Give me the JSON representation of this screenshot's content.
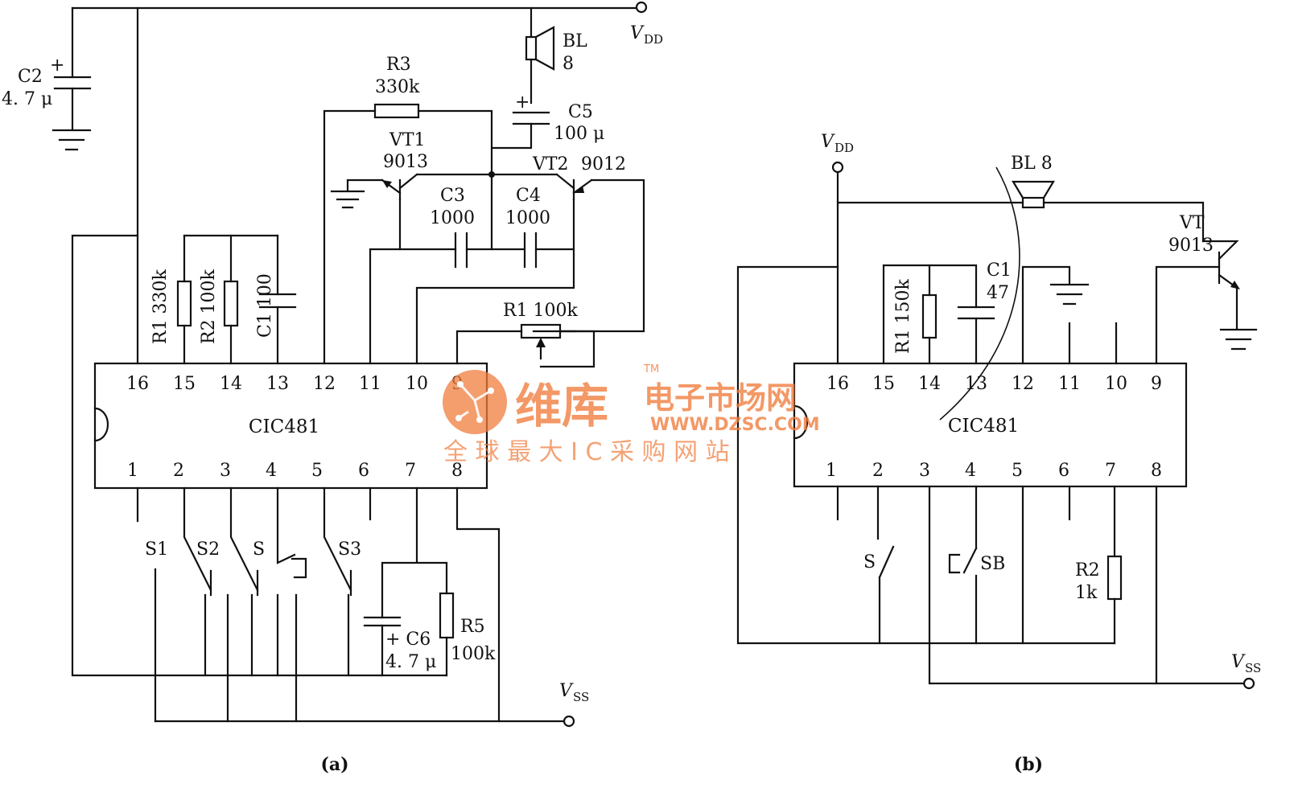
{
  "circuit_a": {
    "chip": "CIC481",
    "pins_top": [
      "16",
      "15",
      "14",
      "13",
      "12",
      "11",
      "10",
      "9"
    ],
    "pins_bottom": [
      "1",
      "2",
      "3",
      "4",
      "5",
      "6",
      "7",
      "8"
    ],
    "vdd_v": "V",
    "vdd_sub": "DD",
    "vss_v": "V",
    "vss_sub": "SS",
    "c2_name": "C2",
    "c2_value": "4. 7 μ",
    "c2_plus": "+",
    "bl_name": "BL",
    "bl_value": "8",
    "r3_name": "R3",
    "r3_value": "330k",
    "c5_plus": "+",
    "c5_name": "C5",
    "c5_value": "100 μ",
    "vt1_name": "VT1",
    "vt1_value": "9013",
    "vt2_name": "VT2",
    "vt2_value": "9012",
    "c3_name": "C3",
    "c3_value": "1000",
    "c4_name": "C4",
    "c4_value": "1000",
    "r1_label": "R1 330k",
    "r2_label": "R2 100k",
    "c1_label": "C1 100",
    "r1_pot": "R1  100k",
    "s1": "S1",
    "s2": "S2",
    "s": "S",
    "s3": "S3",
    "c6_label": "+ C6",
    "c6_value": "4. 7 μ",
    "r5_name": "R5",
    "r5_value": "100k",
    "caption": "(a)"
  },
  "circuit_b": {
    "chip": "CIC481",
    "pins_top": [
      "16",
      "15",
      "14",
      "13",
      "12",
      "11",
      "10",
      "9"
    ],
    "pins_bottom": [
      "1",
      "2",
      "3",
      "4",
      "5",
      "6",
      "7",
      "8"
    ],
    "vdd_v": "V",
    "vdd_sub": "DD",
    "vss_v": "V",
    "vss_sub": "SS",
    "bl_label": "BL  8",
    "vt_name": "VT",
    "vt_value": "9013",
    "r1_label": "R1  150k",
    "c1_name": "C1",
    "c1_value": "47",
    "s": "S",
    "sb": "SB",
    "r2_name": "R2",
    "r2_value": "1k",
    "caption": "(b)"
  },
  "watermark": {
    "brand": "维库",
    "brand2": "电子市场网",
    "tm": "TM",
    "url": "WWW.DZSC.COM",
    "slogan": "全 球 最 大 I C 采 购 网 站"
  },
  "colors": {
    "ink": "#111111",
    "watermark": "#f07c3c"
  }
}
